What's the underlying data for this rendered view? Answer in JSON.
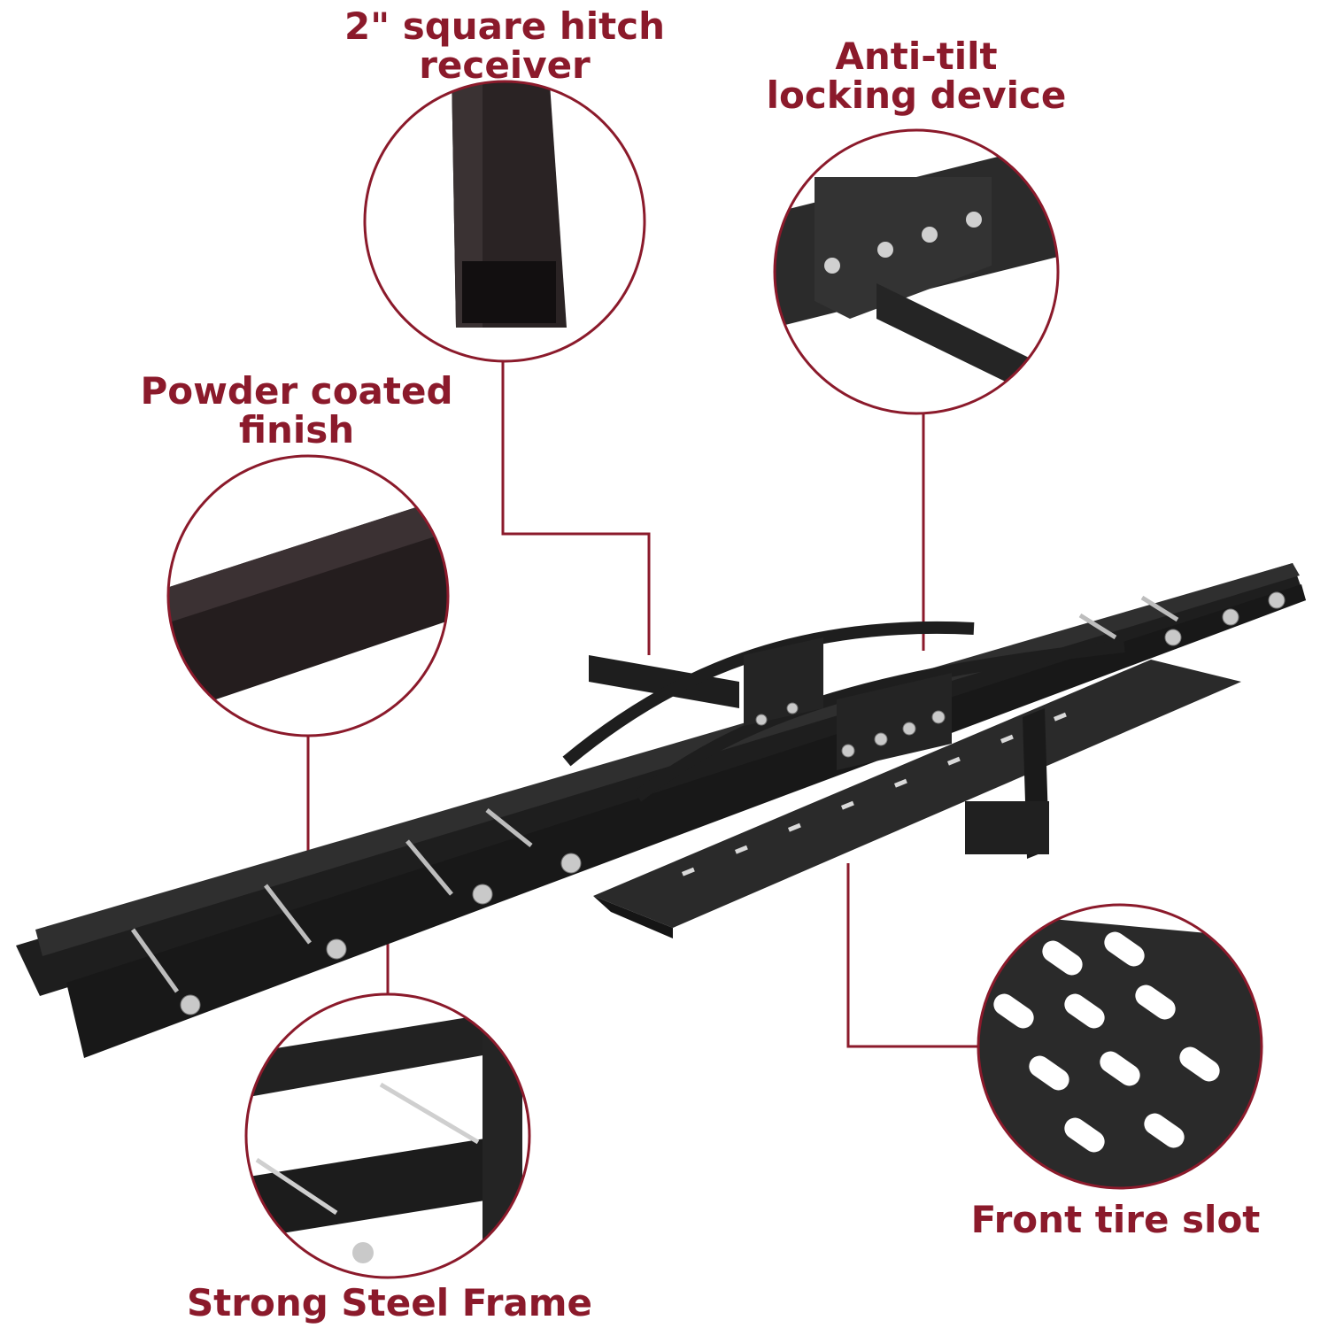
{
  "callouts": {
    "hitch_receiver": "2\" square hitch\nreceiver",
    "anti_tilt": "Anti-tilt\nlocking device",
    "powder_coated": "Powder coated\nfinish",
    "front_tire_slot": "Front tire slot",
    "steel_frame": "Strong Steel Frame"
  },
  "colors": {
    "accent": "#8b1a2b",
    "metal": "#1e1e1e",
    "metal_light": "#3a3a3a",
    "bolt": "#c9c9c9"
  },
  "icons": {
    "product": "motorcycle-hitch-carrier"
  }
}
